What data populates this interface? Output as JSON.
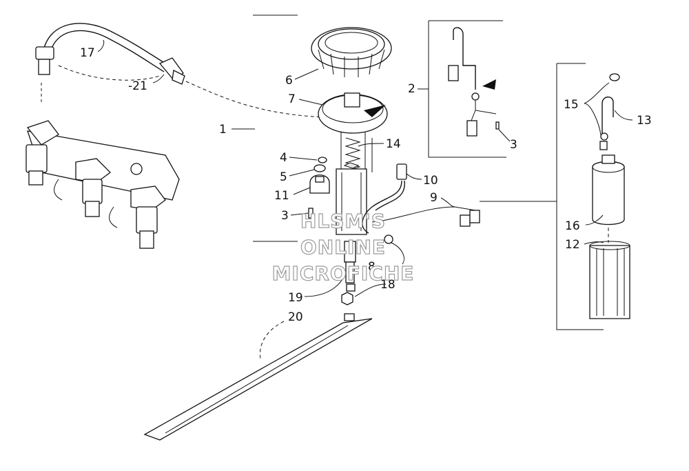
{
  "callouts": {
    "c1": "1",
    "c2": "2",
    "c3a": "3",
    "c3b": "3",
    "c4": "4",
    "c5": "5",
    "c6": "6",
    "c7": "7",
    "c8": "8",
    "c9": "9",
    "c10": "10",
    "c11": "11",
    "c12": "12",
    "c13": "13",
    "c14": "14",
    "c15": "15",
    "c16": "16",
    "c17": "17",
    "c18": "18",
    "c19": "19",
    "c20": "20",
    "c21": "-21"
  },
  "watermark": {
    "line1": "HLSM'S",
    "line2": "ONLINE",
    "line3": "MICROFICHE"
  }
}
